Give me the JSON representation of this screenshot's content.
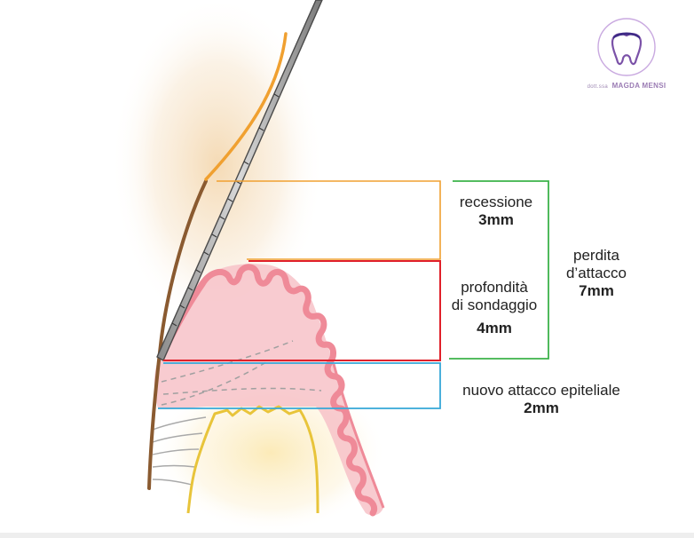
{
  "brand": {
    "prefix": "dott.ssa",
    "name": "MAGDA MENSI",
    "logo_icon": "tooth-logo-icon",
    "accent_color": "#9b7cb4"
  },
  "labels": {
    "recession": {
      "text": "recessione",
      "value": "3mm",
      "color": "#f0a030"
    },
    "probing_depth": {
      "text_line1": "profondità",
      "text_line2": "di sondaggio",
      "value": "4mm",
      "color": "#e0202a"
    },
    "attachment_loss": {
      "text_line1": "perdita",
      "text_line2": "d’attacco",
      "value": "7mm",
      "color": "#3cb24a"
    },
    "epithelial_attachment": {
      "text": "nuovo attacco epiteliale",
      "value": "2mm",
      "color": "#36a8d8"
    }
  },
  "colors": {
    "gum_fill": "#f7c2c8",
    "gum_stroke": "#ef8a98",
    "tooth_root": "#8a5a30",
    "probe": "#555555",
    "bone": "#e8c43a"
  }
}
